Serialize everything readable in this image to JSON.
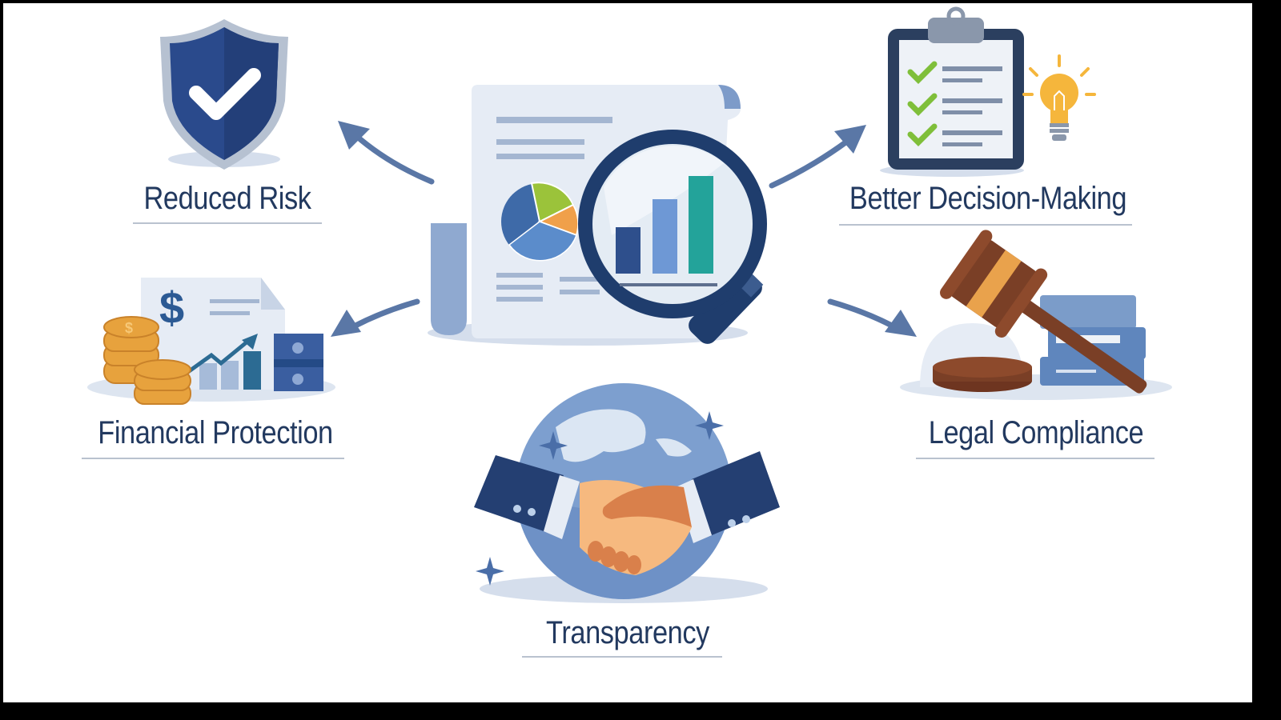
{
  "diagram": {
    "center": {
      "name": "audit-report-analysis",
      "icon": "magnifying-glass-over-report-icon"
    },
    "benefits": [
      {
        "label": "Reduced Risk",
        "icon": "shield-check-icon",
        "position": "top-left"
      },
      {
        "label": "Better Decision-Making",
        "icon": "clipboard-checklist-lightbulb-icon",
        "position": "top-right"
      },
      {
        "label": "Financial Protection",
        "icon": "coins-money-growth-icon",
        "position": "middle-left"
      },
      {
        "label": "Legal Compliance",
        "icon": "gavel-books-icon",
        "position": "middle-right"
      },
      {
        "label": "Transparency",
        "icon": "globe-handshake-icon",
        "position": "bottom-center"
      }
    ],
    "colors": {
      "text": "#22395f",
      "navy": "#243f72",
      "blue": "#4a78b8",
      "light_blue": "#a9bfdf",
      "arrow": "#5a77a6",
      "green": "#8dc63f",
      "gold": "#e9a53a",
      "teal": "#22a39a",
      "brown": "#7a3f26",
      "skin_light": "#f6b97f",
      "skin_dark": "#d9804b"
    }
  }
}
